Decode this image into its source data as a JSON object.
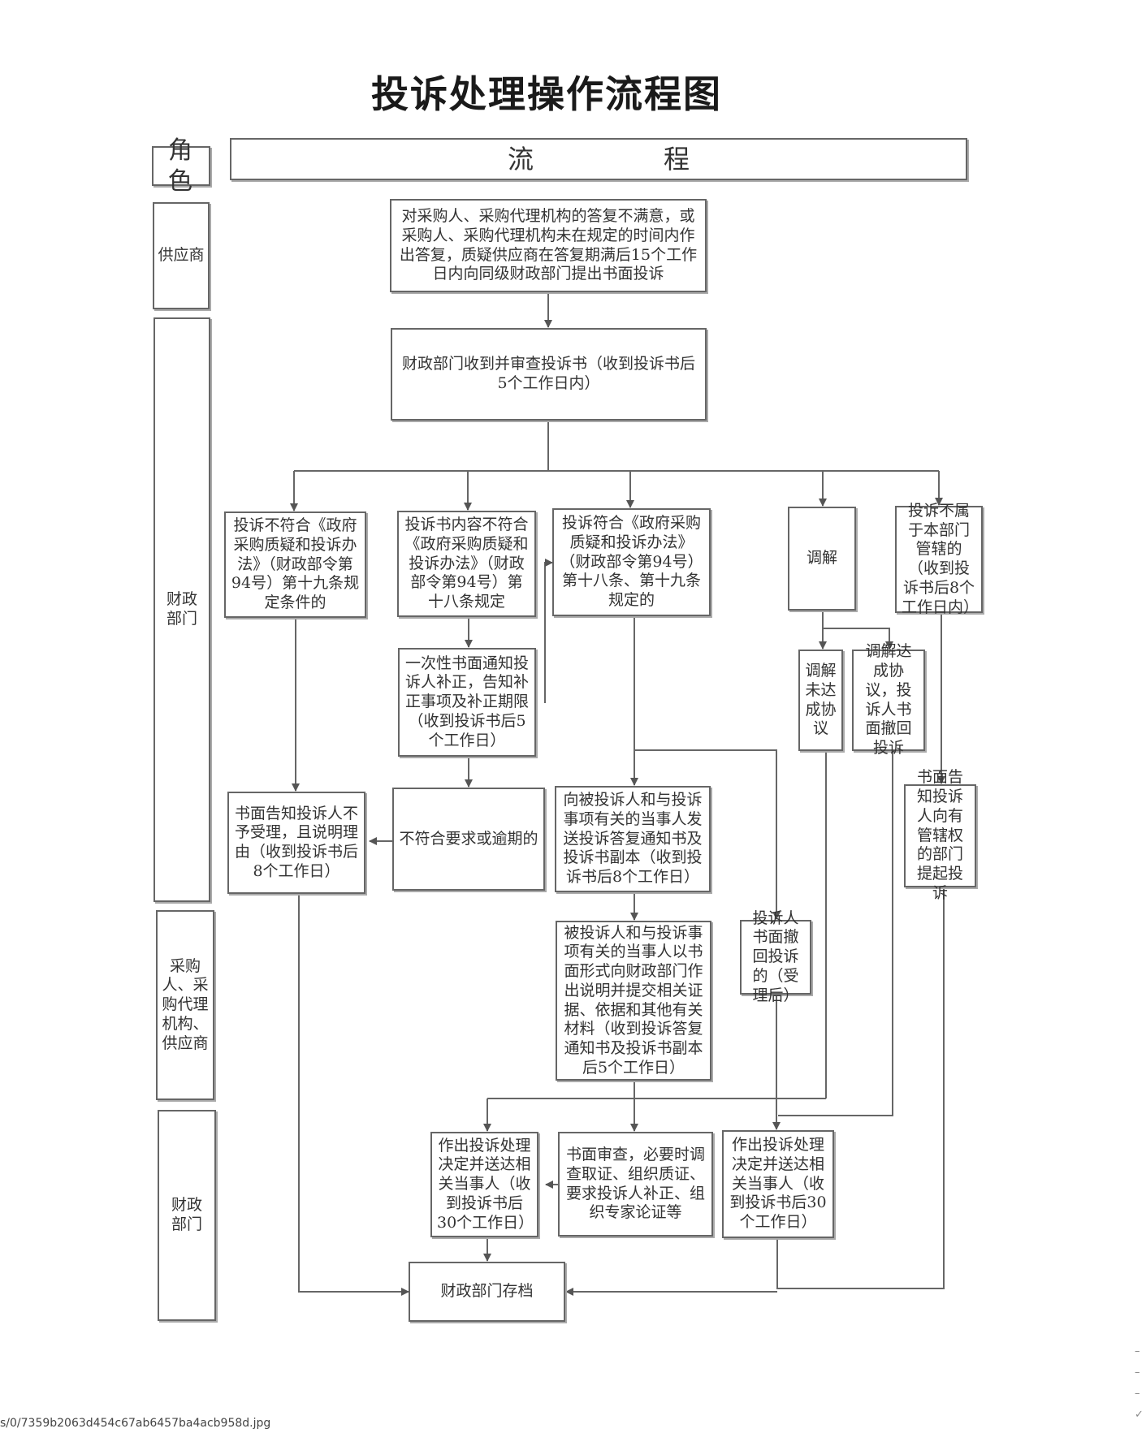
{
  "title": "投诉处理操作流程图",
  "header": {
    "role": "角色",
    "flow_left": "流",
    "flow_right": "程"
  },
  "roles": {
    "supplier": "供应商",
    "finance_top": [
      "财政",
      "部门"
    ],
    "purchaser": [
      "采购",
      "人、采",
      "购代理",
      "机构、",
      "供应商"
    ],
    "finance_bottom": [
      "财政",
      "部门"
    ]
  },
  "steps": {
    "submit": "对采购人、采购代理机构的答复不满意，或采购人、采购代理机构未在规定的时间内作出答复，质疑供应商在答复期满后15个工作日内向同级财政部门提出书面投诉",
    "receive": "财政部门收到并审查投诉书（收到投诉书后5个工作日内）",
    "not_meet_19": "投诉不符合《政府采购质疑和投诉办法》（财政部令第94号）第十九条规定条件的",
    "content_not_meet_18": "投诉书内容不符合《政府采购质疑和投诉办法》（财政部令第94号）第十八条规定",
    "meets_18_19": "投诉符合《政府采购质疑和投诉办法》（财政部令第94号）第十八条、第十九条规定的",
    "mediate": "调解",
    "not_jurisdiction": "投诉不属于本部门管辖的（收到投诉书后8个工作日内）",
    "notify_correction": "一次性书面通知投诉人补正，告知补正事项及补正期限（收到投诉书后5个工作日）",
    "mediation_failed": "调解未达成协议",
    "mediation_agreed": "调解达成协议，投诉人书面撤回投诉",
    "reject_notice": "书面告知投诉人不予受理，且说明理由（收到投诉书后8个工作日）",
    "overdue": "不符合要求或逾期的",
    "send_reply_notice": "向被投诉人和与投诉事项有关的当事人发送投诉答复通知书及投诉书副本（收到投诉书后8个工作日）",
    "redirect_notice": "书面告知投诉人向有管辖权的部门提起投诉",
    "withdraw": "投诉人书面撤回投诉的（受理后）",
    "respondent_explain": "被投诉人和与投诉事项有关的当事人以书面形式向财政部门作出说明并提交相关证据、依据和其他有关材料（收到投诉答复通知书及投诉书副本后5个工作日）",
    "decision_left": "作出投诉处理决定并送达相关当事人（收到投诉书后30个工作日）",
    "review": "书面审查，必要时调查取证、组织质证、要求投诉人补正、组织专家论证等",
    "decision_right": "作出投诉处理决定并送达相关当事人（收到投诉书后30个工作日）",
    "archive": "财政部门存档"
  },
  "footer_path": "s/0/7359b2063d454c67ab6457ba4acb958d.jpg"
}
